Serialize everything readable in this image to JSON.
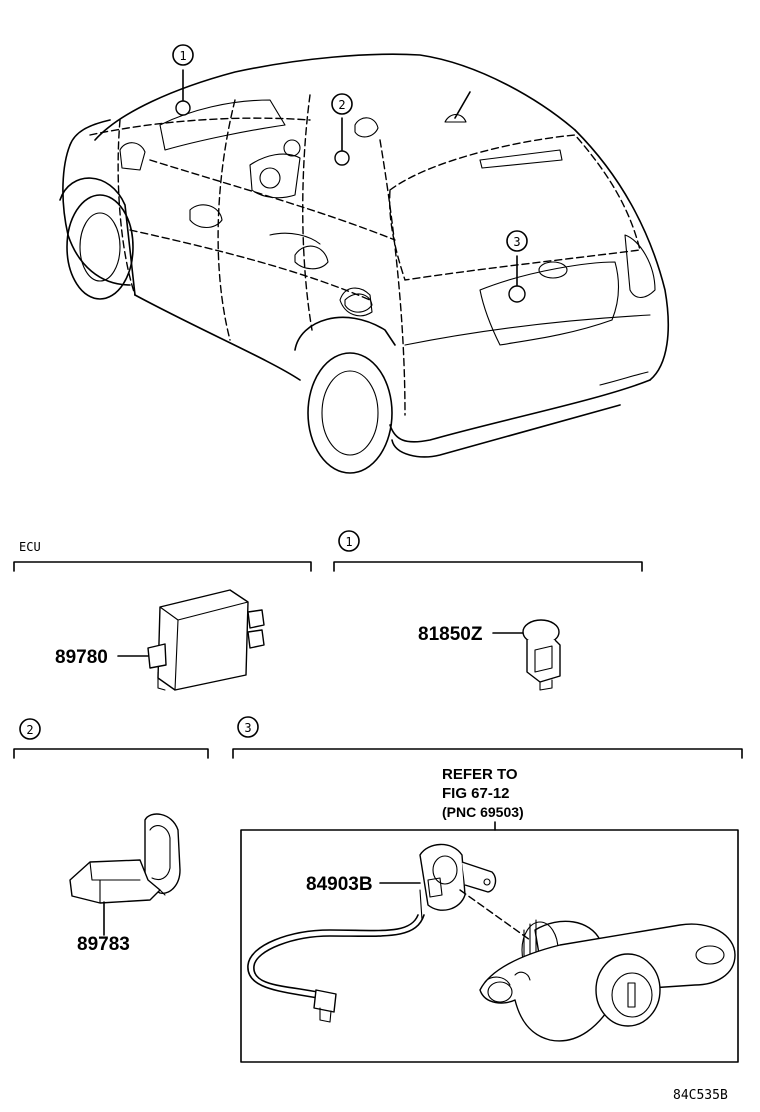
{
  "sections": {
    "ecu": {
      "header": "ECU",
      "part_no": "89780"
    },
    "ref1": {
      "callout": "1",
      "part_no": "81850Z"
    },
    "ref2": {
      "callout": "2",
      "part_no": "89783"
    },
    "ref3": {
      "callout": "3",
      "refer_line1": "REFER TO",
      "refer_line2": "FIG 67-12",
      "refer_line3": "(PNC 69503)",
      "part_no": "84903B"
    }
  },
  "car_callouts": [
    "1",
    "2",
    "3"
  ],
  "figure_code": "84C535B"
}
